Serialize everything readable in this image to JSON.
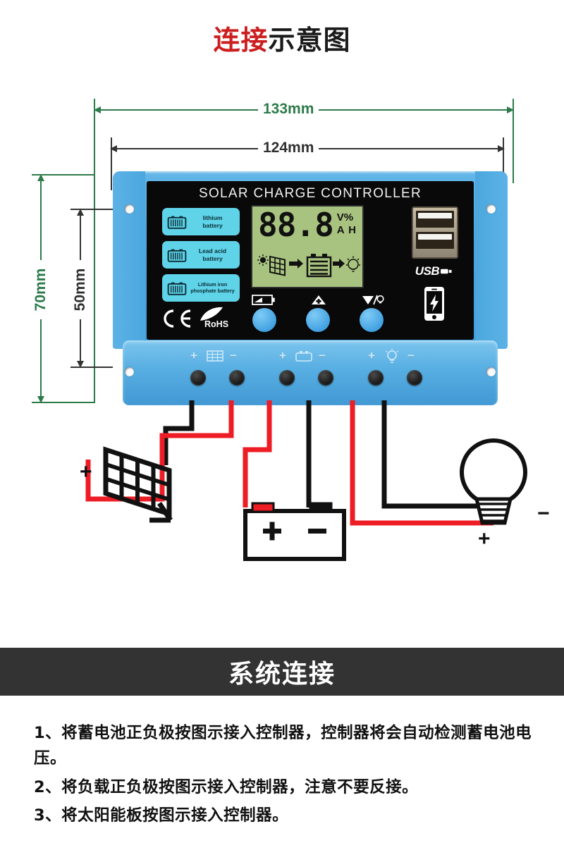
{
  "title": {
    "highlight": "连接",
    "rest": "示意图"
  },
  "dimensions": {
    "width_outer": "133mm",
    "width_inner": "124mm",
    "height_outer": "70mm",
    "height_inner": "50mm"
  },
  "device": {
    "brand_text": "SOLAR CHARGE CONTROLLER",
    "battery_types": [
      {
        "label_line1": "lithium",
        "label_line2": "battery",
        "icon": "battery-icon"
      },
      {
        "label_line1": "Lead acid",
        "label_line2": "battery",
        "icon": "battery-icon"
      },
      {
        "label_line1": "Lithium iron",
        "label_line2": "phosphate battery",
        "icon": "battery-icon"
      }
    ],
    "lcd": {
      "digits": "88.8",
      "unit_top": "V%",
      "unit_bottom": "A H",
      "flow_icons": [
        "sun-icon",
        "solar-panel-icon",
        "arrow-right-icon",
        "battery-icon",
        "arrow-right-icon",
        "lightbulb-icon"
      ],
      "background_color": "#a8c37f"
    },
    "buttons": [
      {
        "name": "menu-button",
        "icon": "battery-select-icon"
      },
      {
        "name": "up-button",
        "icon": "triangle-up-icon"
      },
      {
        "name": "down-light-button",
        "icon": "triangle-down-light-icon"
      }
    ],
    "certifications": [
      "CE",
      "RoHS"
    ],
    "usb": {
      "label": "USB",
      "icon": "usb-icon",
      "phone_icon": "phone-charging-icon"
    },
    "terminals": [
      {
        "polarity": "+",
        "group": "solar-panel"
      },
      {
        "polarity": "−",
        "group": "solar-panel"
      },
      {
        "polarity": "+",
        "group": "battery"
      },
      {
        "polarity": "−",
        "group": "battery"
      },
      {
        "polarity": "+",
        "group": "load-light"
      },
      {
        "polarity": "−",
        "group": "load-light"
      }
    ],
    "terminal_group_icons": [
      "solar-panel-icon",
      "battery-icon",
      "lightbulb-icon"
    ],
    "body_color": "#4aa6de"
  },
  "wiring": {
    "solar_plus": "+",
    "battery_plus": "+",
    "battery_minus": "−",
    "lamp_minus": "−",
    "lamp_plus": "+",
    "positive_wire_color": "#ee1c25",
    "negative_wire_color": "#111111"
  },
  "section": {
    "banner_title": "系统连接"
  },
  "instructions": [
    "1、将蓄电池正负极按图示接入控制器，控制器将会自动检测蓄电池电压。",
    "2、将负载正负极按图示接入控制器，注意不要反接。",
    "3、将太阳能板按图示接入控制器。"
  ]
}
